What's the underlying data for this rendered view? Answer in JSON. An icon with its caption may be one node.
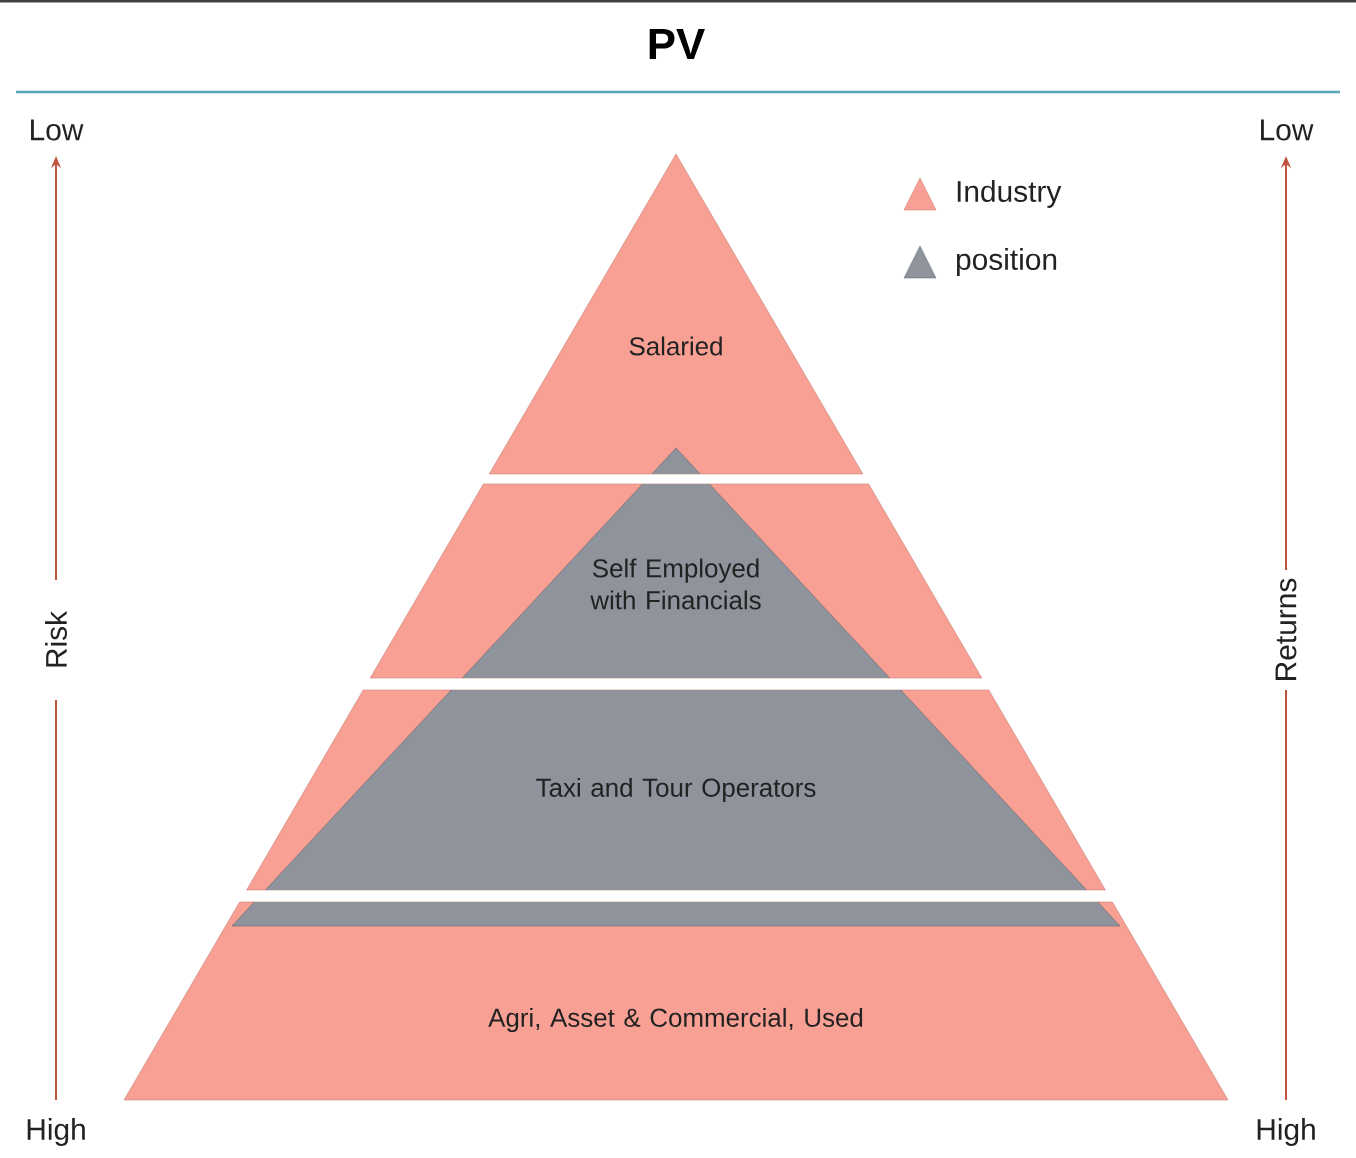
{
  "diagram": {
    "title": "PV",
    "nodes": [
      {
        "text": [
          "Salaried"
        ]
      },
      {
        "text": [
          "Self Employed with Financials"
        ]
      },
      {
        "text": [
          "Taxi and Tour Operators"
        ]
      },
      {
        "text": [
          "Agri, Asset & Commercial, Used"
        ]
      }
    ],
    "labels": [
      "Low",
      "Low",
      "Risk",
      "Returns",
      "High",
      "High"
    ],
    "legend": [
      {
        "text": "Industry",
        "color": "#f9a095"
      },
      {
        "text": "position",
        "color": "#8e939c"
      }
    ]
  }
}
